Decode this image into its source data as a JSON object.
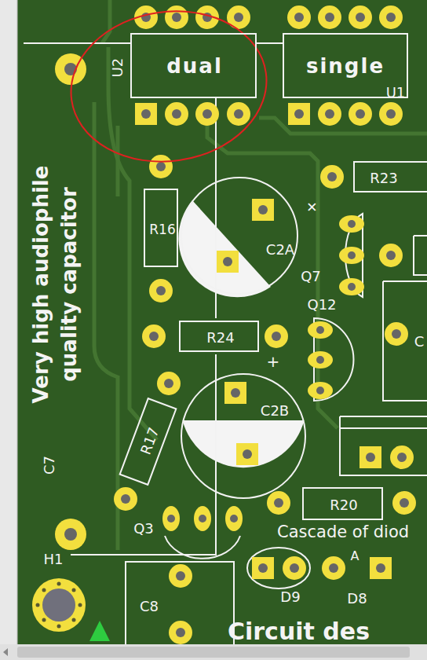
{
  "diagram": {
    "nodes": [
      {
        "text": [
          "U2",
          "dual"
        ]
      },
      {
        "text": [
          "single",
          "U1"
        ]
      },
      {
        "text": [
          "R23"
        ]
      },
      {
        "text": [
          "R16"
        ]
      },
      {
        "text": [
          "C2A"
        ]
      },
      {
        "text": [
          "R24"
        ]
      },
      {
        "text": [
          "C2B"
        ]
      },
      {
        "text": [
          "R17"
        ]
      },
      {
        "text": [
          "R20"
        ]
      }
    ],
    "labels": [
      "Very high audiophile quality capacitor",
      "C7",
      "+",
      "Q7",
      "Q12",
      "C",
      "+",
      "Q3",
      "Cascade of diod",
      "H1",
      "A",
      "D9",
      "D8",
      "C8",
      "Circuit des"
    ]
  }
}
